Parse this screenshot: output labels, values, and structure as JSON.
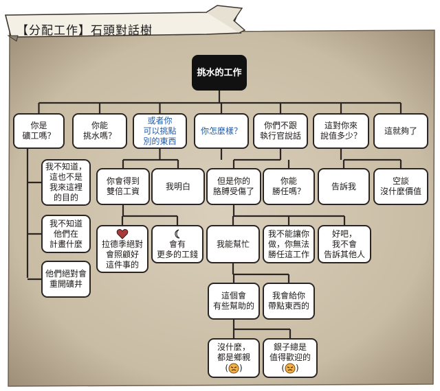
{
  "title": "【分配工作】石頭對話樹",
  "colors": {
    "paper": "#cfc3ad",
    "line": "#2a2522",
    "blue_text": "#1f5aa8",
    "root_fill": "#111111"
  },
  "root": "挑水的工作",
  "level1": [
    {
      "id": "mine-worker",
      "text": "你是\n礦工嗎？"
    },
    {
      "id": "carry-water",
      "text": "你能\n挑水嗎？"
    },
    {
      "id": "pick-other",
      "text": "或者你\n可以挑點\n別的東西"
    },
    {
      "id": "what-happened",
      "text": "你怎麼樣？"
    },
    {
      "id": "dont-follow",
      "text": "你們不跟\n執行官說話"
    },
    {
      "id": "how-much",
      "text": "這對你來\n說值多少？"
    },
    {
      "id": "enough",
      "text": "這就夠了"
    }
  ],
  "mine_branch": [
    {
      "id": "dont-know-purpose",
      "text": "我不知道，\n這也不是\n我來這裡\n的目的"
    },
    {
      "id": "dont-know-plan",
      "text": "我不知道\n他們在\n計畫什麼"
    },
    {
      "id": "reopen-mine",
      "text": "他們絕對會\n重開礦井"
    }
  ],
  "other_branch": [
    {
      "id": "double-pay",
      "text": "你會得到\n雙倍工資"
    },
    {
      "id": "understand",
      "text": "我明白"
    }
  ],
  "double_pay_children": [
    {
      "id": "ladeji",
      "text": "拉德季絕對\n會照顧好\n這件事的",
      "icon": "heart-icon"
    },
    {
      "id": "more-money",
      "text": "會有\n更多的工錢",
      "icon": "moon-icon"
    }
  ],
  "what_branch": [
    {
      "id": "arm-hurt",
      "text": "但是你的\n胳膊受傷了"
    },
    {
      "id": "can-handle",
      "text": "你能\n勝任嗎？"
    }
  ],
  "arm_children": [
    {
      "id": "i-can-help",
      "text": "我能幫忙"
    },
    {
      "id": "cant-let",
      "text": "我不能讓你\n做，你無法\n勝任這工作"
    },
    {
      "id": "wont-tell",
      "text": "好吧，\n我不會\n告訴其他人"
    }
  ],
  "help_children": [
    {
      "id": "will-help",
      "text": "這個會\n有些幫助的"
    },
    {
      "id": "bring-stuff",
      "text": "我會給你\n帶點東西的"
    }
  ],
  "help_grandchildren": [
    {
      "id": "nothing",
      "text": "沒什麼，\n都是鄉親",
      "face": "(",
      "face_close": ")"
    },
    {
      "id": "silver",
      "text": "銀子總是\n值得歡迎的",
      "face": "(",
      "face_close": ")"
    }
  ],
  "value_branch": [
    {
      "id": "tell-me",
      "text": "告訴我"
    },
    {
      "id": "empty-talk",
      "text": "空談\n沒什麼價值"
    }
  ]
}
